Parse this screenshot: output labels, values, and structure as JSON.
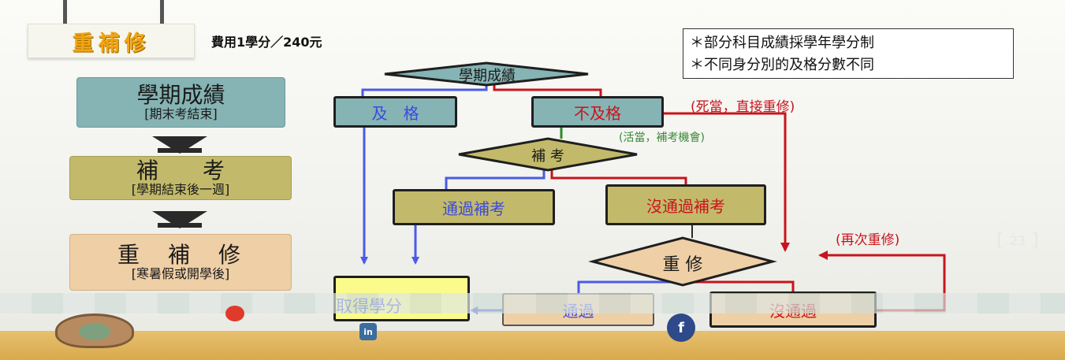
{
  "header": {
    "title": "重補修",
    "fee": "費用1學分／240元"
  },
  "notes": [
    "＊部分科目成績採學年學分制",
    "＊不同身分別的及格分數不同"
  ],
  "sidebar": {
    "step1": {
      "title": "學期成績",
      "sub": "[期末考結束]"
    },
    "step2": {
      "title": "補　　考",
      "sub": "[學期結束後一週]"
    },
    "step3": {
      "title": "重　補　修",
      "sub": "[寒暑假或開學後]"
    }
  },
  "flow": {
    "semester_grade": "學期成績",
    "pass": "及　格",
    "fail": "不及格",
    "fail_note": "(死當，直接重修)",
    "retest_note": "(活當，補考機會)",
    "makeup_exam": "補 考",
    "passed_makeup": "通過補考",
    "failed_makeup": "沒通過補考",
    "retake": "重 修",
    "retake_again": "(再次重修)",
    "passed": "通過",
    "not_passed": "沒通過",
    "earn_credit": "取得學分",
    "page_number": "23"
  },
  "colors": {
    "teal_node": "#86b3b3",
    "olive_node": "#c2ba6a",
    "tan_node": "#efcfa6",
    "yellow_node": "#fbfb8c",
    "blue_line": "#4a5ae8",
    "red_line": "#c8141c",
    "title_orange": "#f2a412"
  }
}
